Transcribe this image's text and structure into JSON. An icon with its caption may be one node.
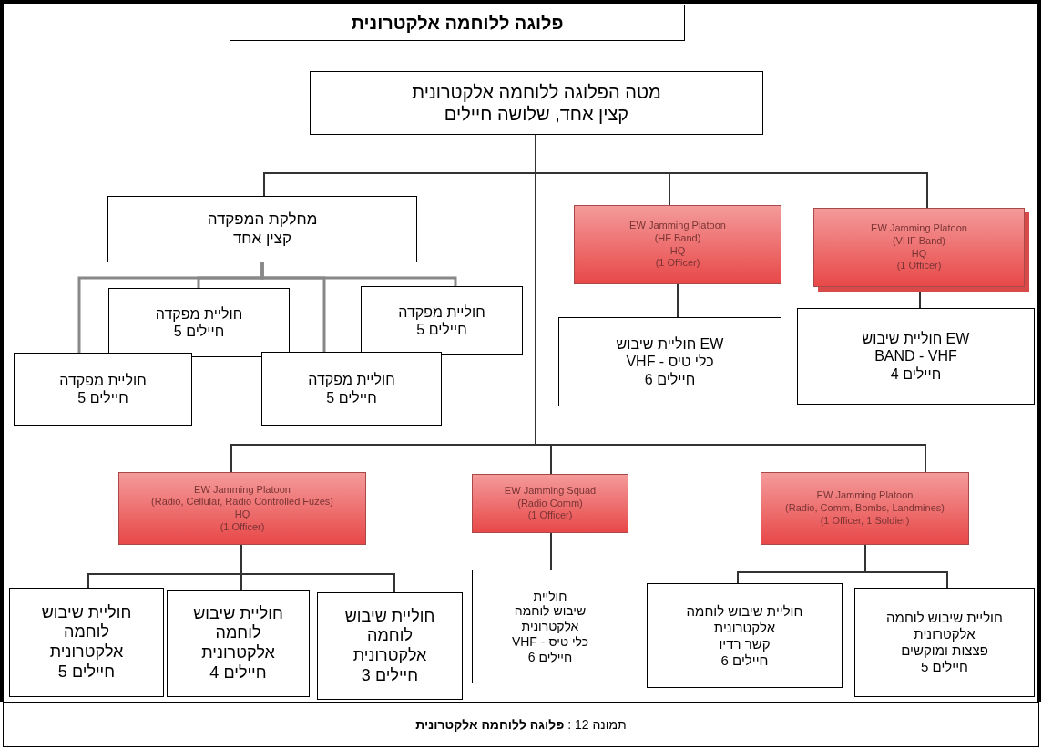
{
  "diagram": {
    "caption": "תמונה 12 : **פלוגה ללוחמה אלקטרונית**",
    "nodes": [
      {
        "text": [
          "פלוגה ללוחמה אלקטרונית"
        ]
      },
      {
        "text": [
          "מטה הפלוגה ללוחמה אלקטרונית",
          "קצין אחד, שלושה חיילים"
        ]
      },
      {
        "text": [
          "מחלקת המפקדה",
          "קצין אחד"
        ]
      },
      {
        "text": [
          "EW Jamming Platoon",
          "(HF Band)",
          "HQ",
          "(1 Officer)"
        ]
      },
      {
        "text": [
          "EW Jamming Platoon",
          "(VHF Band)",
          "HQ",
          "(1 Officer)"
        ]
      },
      {
        "text": [
          "חוליית מפקדה",
          "5 חיילים"
        ]
      },
      {
        "text": [
          "חוליית מפקדה",
          "5 חיילים"
        ]
      },
      {
        "text": [
          "חוליית שיבוש EW",
          "VHF - כלי טיס",
          "6 חיילים"
        ]
      },
      {
        "text": [
          "חוליית שיבוש EW",
          "BAND - VHF",
          "4 חיילים"
        ]
      },
      {
        "text": [
          "חוליית מפקדה",
          "5 חיילים"
        ]
      },
      {
        "text": [
          "חוליית מפקדה",
          "5 חיילים"
        ]
      },
      {
        "text": [
          "EW Jamming Platoon",
          "(Radio, Cellular, Radio Controlled Fuzes)",
          "HQ",
          "(1 Officer)"
        ]
      },
      {
        "text": [
          "EW Jamming Squad",
          "(Radio Comm)",
          "(1 Officer)"
        ]
      },
      {
        "text": [
          "EW Jamming Platoon",
          "(Radio, Comm, Bombs, Landmines)",
          "(1 Officer, 1 Soldier)"
        ]
      },
      {
        "text": [
          "חוליית שיבוש",
          "לוחמה",
          "אלקטרונית",
          "5 חיילים"
        ]
      },
      {
        "text": [
          "חוליית שיבוש",
          "לוחמה",
          "אלקטרונית",
          "4 חיילים"
        ]
      },
      {
        "text": [
          "חוליית שיבוש",
          "לוחמה",
          "אלקטרונית",
          "3 חיילים"
        ]
      },
      {
        "text": [
          "חוליית",
          "שיבוש לוחמה",
          "אלקטרונית",
          "VHF - כלי טיס",
          "6 חיילים"
        ]
      },
      {
        "text": [
          "חוליית שיבוש לוחמה",
          "אלקטרונית",
          "קשר רדיו",
          "6 חיילים"
        ]
      },
      {
        "text": [
          "חוליית שיבוש לוחמה",
          "אלקטרונית",
          "פצצות ומוקשים",
          "5 חיילים"
        ]
      }
    ],
    "edges": [
      {
        "from": 1,
        "to": 2,
        "arrow": "none"
      },
      {
        "from": 1,
        "to": 3,
        "arrow": "none"
      },
      {
        "from": 1,
        "to": 4,
        "arrow": "none"
      },
      {
        "from": 1,
        "to": 11,
        "arrow": "none"
      },
      {
        "from": 1,
        "to": 12,
        "arrow": "none"
      },
      {
        "from": 1,
        "to": 13,
        "arrow": "none"
      },
      {
        "from": 2,
        "to": 9,
        "arrow": "none",
        "color": "#888888"
      },
      {
        "from": 2,
        "to": 5,
        "arrow": "none",
        "color": "#888888"
      },
      {
        "from": 2,
        "to": 10,
        "arrow": "none",
        "color": "#888888"
      },
      {
        "from": 2,
        "to": 6,
        "arrow": "none",
        "color": "#888888"
      },
      {
        "from": 3,
        "to": 7,
        "arrow": "none"
      },
      {
        "from": 4,
        "to": 8,
        "arrow": "none"
      },
      {
        "from": 11,
        "to": 14,
        "arrow": "none"
      },
      {
        "from": 11,
        "to": 15,
        "arrow": "none"
      },
      {
        "from": 11,
        "to": 16,
        "arrow": "none"
      },
      {
        "from": 12,
        "to": 17,
        "arrow": "none"
      },
      {
        "from": 13,
        "to": 18,
        "arrow": "none"
      },
      {
        "from": 13,
        "to": 19,
        "arrow": "none"
      }
    ]
  }
}
